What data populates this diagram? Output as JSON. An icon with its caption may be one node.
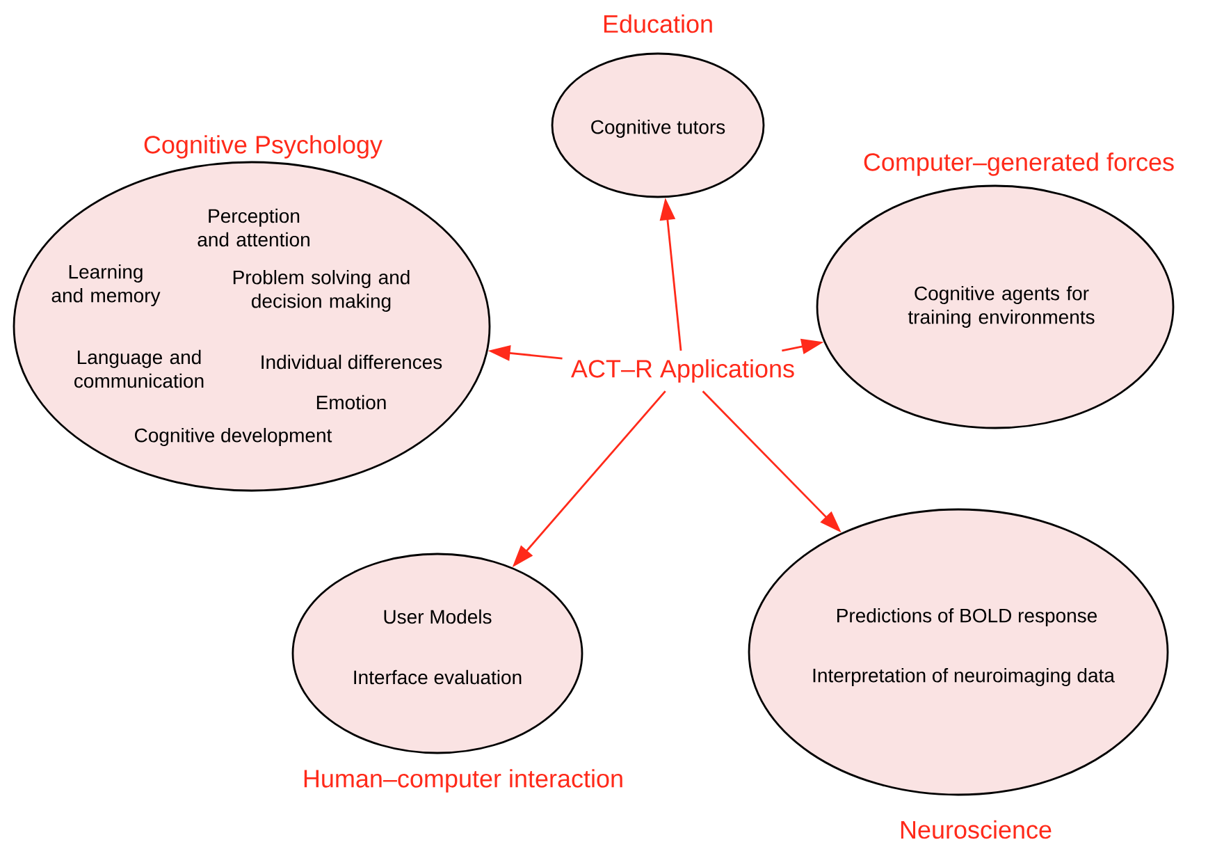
{
  "diagram": {
    "nodes": [
      {
        "text": [
          "ACT–R Applications"
        ]
      },
      {
        "text": [
          "Cognitive Psychology",
          "Perception and attention",
          "Learning and memory",
          "Problem solving and decision making",
          "Language and communication",
          "Individual differences",
          "Emotion",
          "Cognitive development"
        ]
      },
      {
        "text": [
          "Education",
          "Cognitive tutors"
        ]
      },
      {
        "text": [
          "Computer–generated forces",
          "Cognitive agents for training environments"
        ]
      },
      {
        "text": [
          "User Models",
          "Interface evaluation",
          "Human–computer interaction"
        ]
      },
      {
        "text": [
          "Predictions of BOLD response",
          "Interpretation of neuroimaging data",
          "Neuroscience"
        ]
      }
    ],
    "edges": [
      {
        "from": 0,
        "to": 1,
        "arrow": "to"
      },
      {
        "from": 0,
        "to": 2,
        "arrow": "to"
      },
      {
        "from": 0,
        "to": 3,
        "arrow": "to"
      },
      {
        "from": 0,
        "to": 4,
        "arrow": "to"
      },
      {
        "from": 0,
        "to": 5,
        "arrow": "to"
      }
    ]
  }
}
